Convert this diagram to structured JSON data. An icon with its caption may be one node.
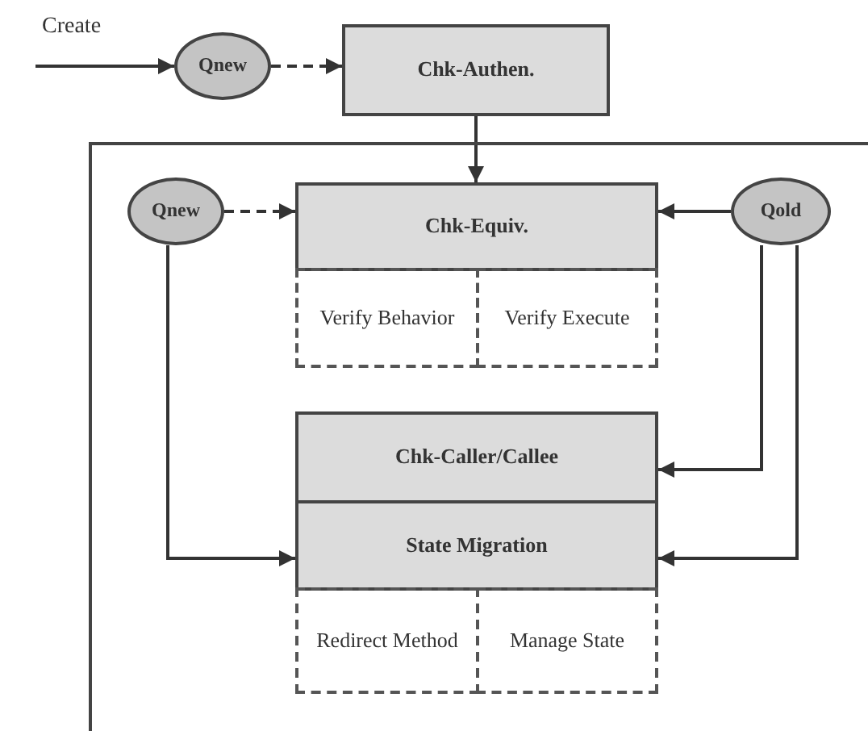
{
  "diagram": {
    "nodes": [
      {
        "text": [
          "Qnew"
        ]
      },
      {
        "text": [
          "Chk-Authen."
        ]
      },
      {
        "text": [],
        "shape": "box"
      },
      {
        "text": [
          "Qnew"
        ],
        "in": 2
      },
      {
        "text": [
          "Chk-Equiv."
        ],
        "in": 2
      },
      {
        "text": [
          "Verify Behavior"
        ],
        "in": 2
      },
      {
        "text": [
          "Verify Execute"
        ],
        "in": 2
      },
      {
        "text": [
          "Qold"
        ],
        "in": 2
      },
      {
        "text": [
          "Chk-Caller/Callee"
        ],
        "in": 2
      },
      {
        "text": [
          "State Migration"
        ],
        "in": 2
      },
      {
        "text": [
          "Redirect Method"
        ],
        "in": 2
      },
      {
        "text": [
          "Manage State"
        ],
        "in": 2
      }
    ],
    "edges": [
      {
        "from": null,
        "to": 0,
        "arrow": "to",
        "label": "Create"
      },
      {
        "from": 0,
        "to": 1,
        "arrow": "to",
        "style": "dashed"
      },
      {
        "from": 1,
        "to": 4,
        "arrow": "to"
      },
      {
        "from": 3,
        "to": 4,
        "arrow": "to",
        "style": "dashed"
      },
      {
        "from": 7,
        "to": 4,
        "arrow": "to"
      },
      {
        "from": 3,
        "to": 9,
        "arrow": "to"
      },
      {
        "from": 7,
        "to": 8,
        "arrow": "to"
      },
      {
        "from": 7,
        "to": 9,
        "arrow": "to"
      }
    ]
  }
}
